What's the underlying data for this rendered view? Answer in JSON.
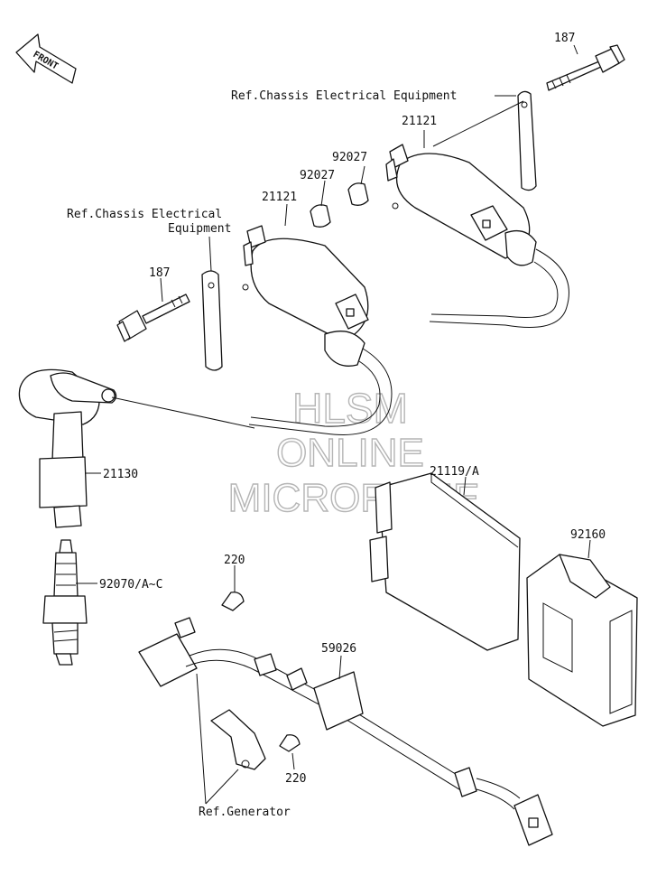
{
  "front_arrow": {
    "label": "FRONT",
    "icon": "front-arrow-icon"
  },
  "watermark": {
    "line1": "HLSM",
    "line2": "ONLINE",
    "line3": "MICROFICHE"
  },
  "callouts": {
    "bolt_top": "187",
    "ref_chassis_top": "Ref.Chassis Electrical Equipment",
    "coil_top": "21121",
    "spacer_right": "92027",
    "spacer_left": "92027",
    "ref_chassis_left_line1": "Ref.Chassis Electrical",
    "ref_chassis_left_line2": "Equipment",
    "coil_left": "21121",
    "bolt_left": "187",
    "plug_cap": "21130",
    "igniter": "21119/A",
    "case": "92160",
    "spark_plug": "92070/A~C",
    "screw_top": "220",
    "clamp": "59026",
    "screw_bottom": "220",
    "ref_generator": "Ref.Generator"
  }
}
